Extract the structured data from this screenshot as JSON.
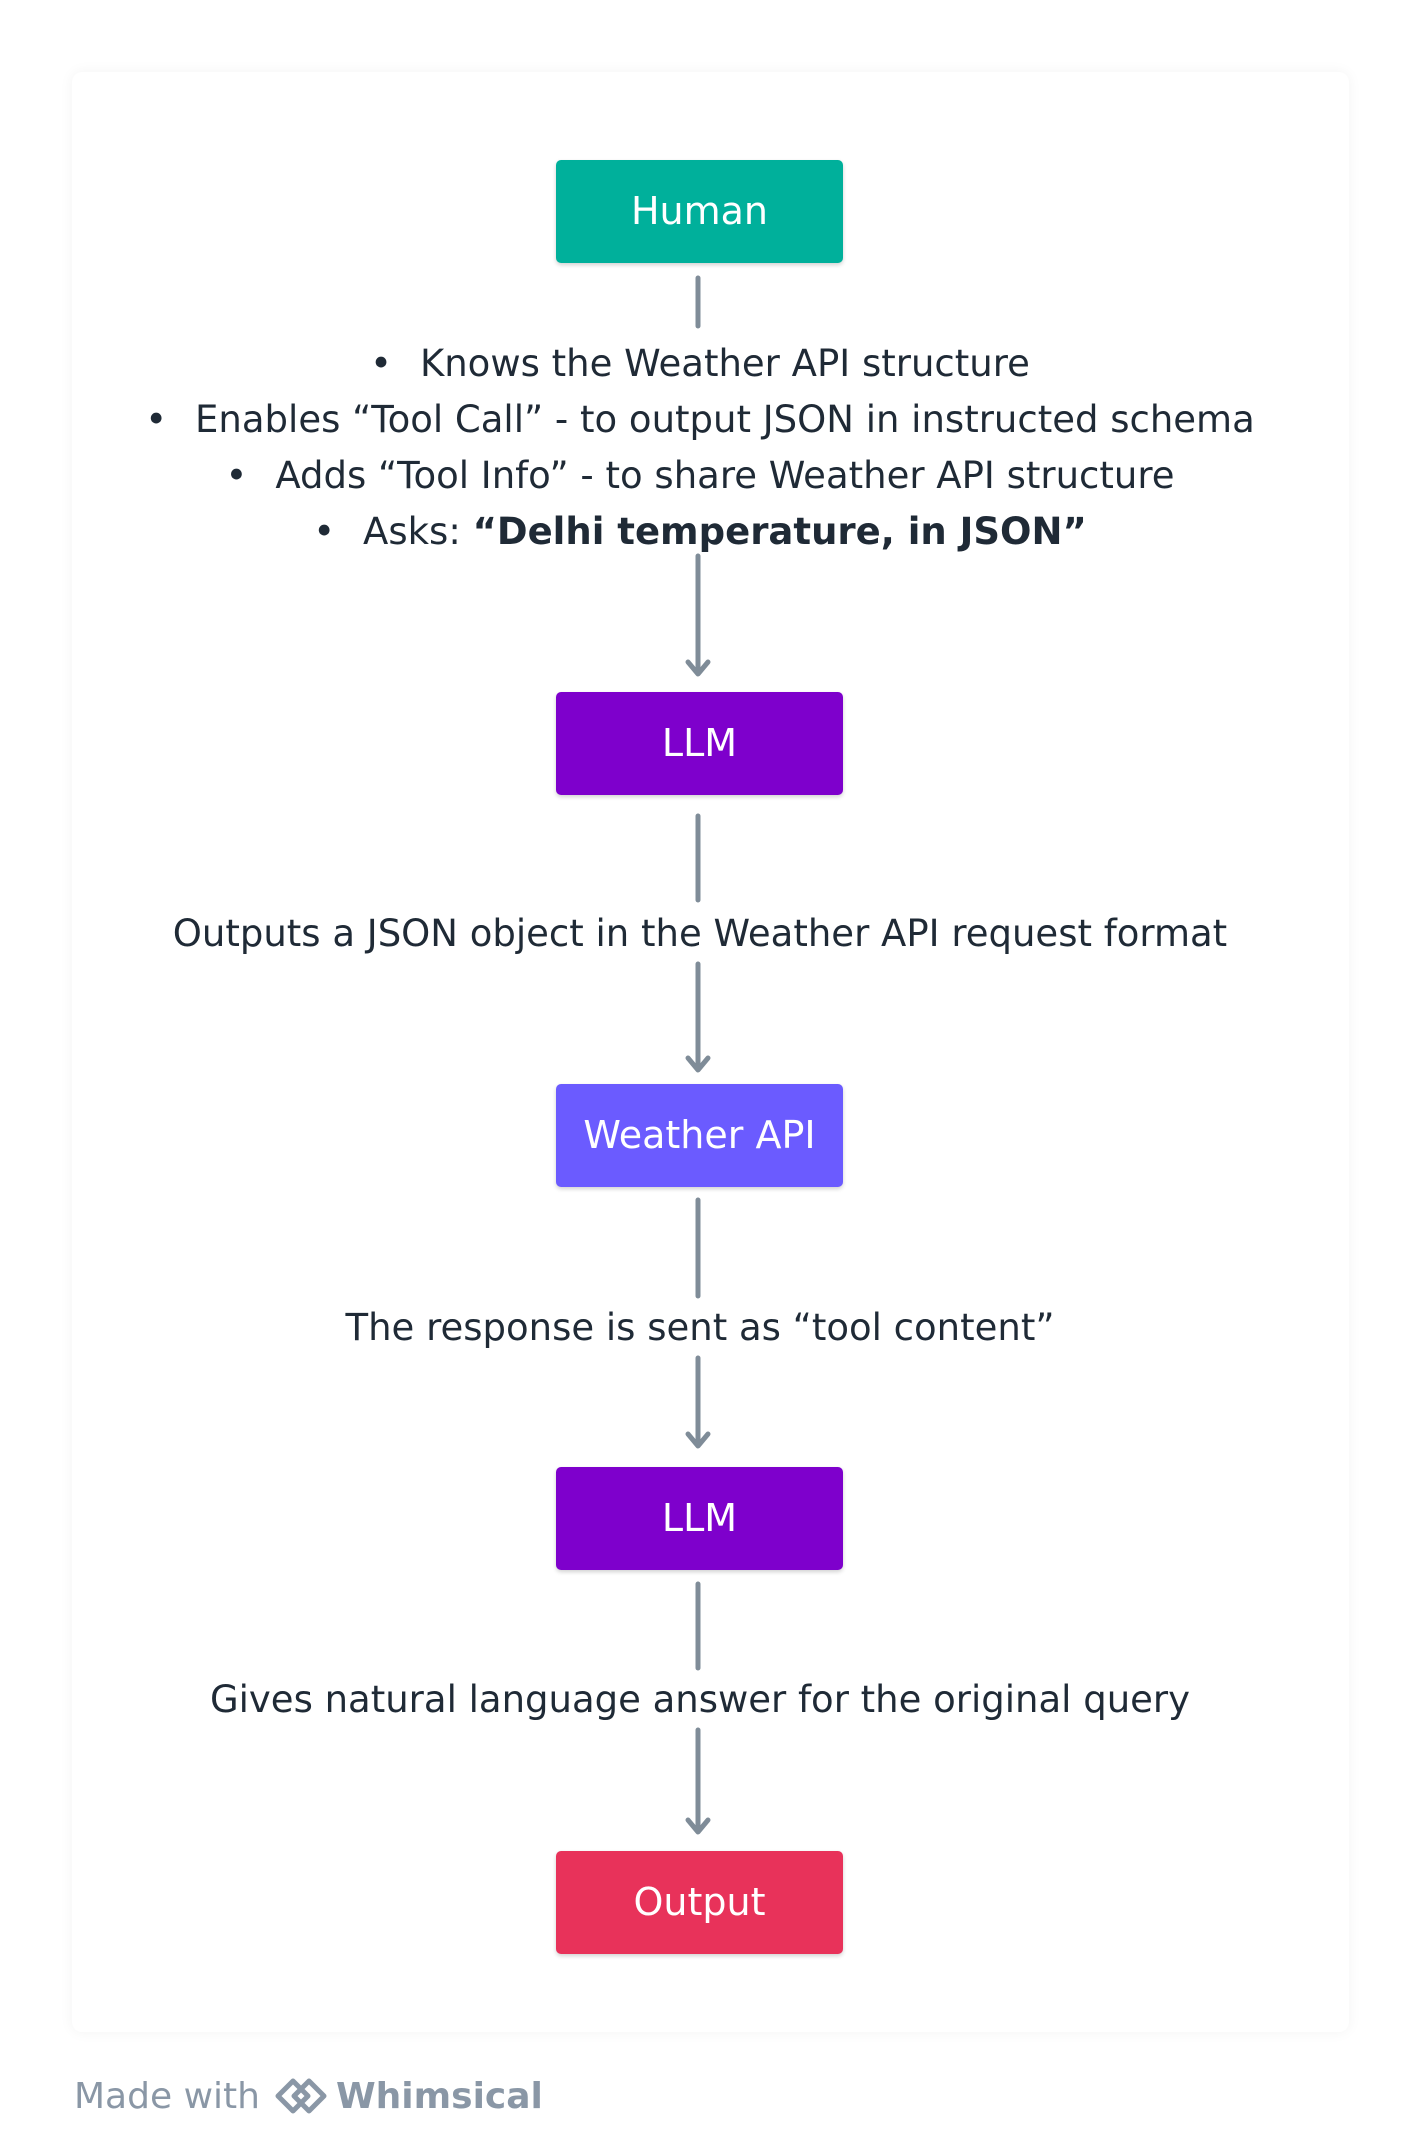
{
  "diagram": {
    "nodes": [
      {
        "id": "human",
        "label": "Human",
        "color": "#00b09b"
      },
      {
        "id": "llm1",
        "label": "LLM",
        "color": "#7e00cc"
      },
      {
        "id": "weather",
        "label": "Weather API",
        "color": "#6b5bff"
      },
      {
        "id": "llm2",
        "label": "LLM",
        "color": "#7e00cc"
      },
      {
        "id": "output",
        "label": "Output",
        "color": "#e8325a"
      }
    ],
    "human_to_llm": {
      "bullets": [
        "Knows the Weather API structure",
        "Enables “Tool Call” - to output JSON in instructed schema",
        "Adds “Tool Info” - to share Weather API structure"
      ],
      "ask_prefix": "Asks: ",
      "ask_query": "“Delhi temperature, in JSON”"
    },
    "llm_to_weather": "Outputs a JSON object in the Weather API request format",
    "weather_to_llm": "The response is sent as “tool content”",
    "llm_to_output": "Gives natural language answer for the original query",
    "connector_color": "#7f8c98",
    "text_color": "#1f2a36"
  },
  "footer": {
    "made_with": "Made with",
    "brand": "Whimsical",
    "brand_icon": "whimsical-logo-icon"
  }
}
